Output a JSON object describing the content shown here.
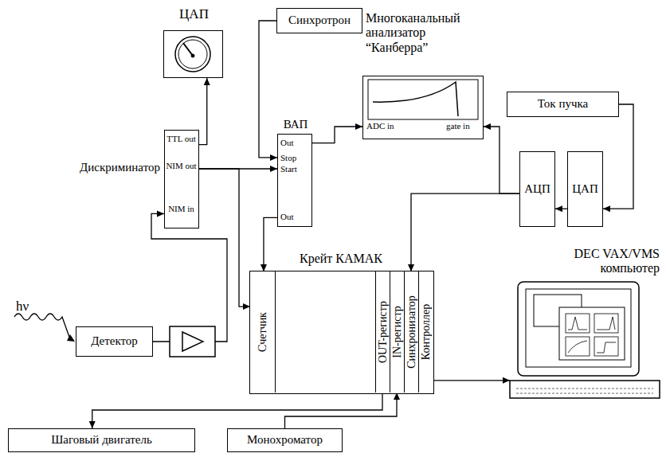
{
  "diagram": {
    "nodes": [
      {
        "text": [
          "ЦАП"
        ]
      },
      {
        "text": [
          "Синхротрон"
        ]
      },
      {
        "text": [
          "Многоканальный анализатор “Канберра”",
          "ADC in",
          "gate in"
        ]
      },
      {
        "text": [
          "Ток пучка"
        ]
      },
      {
        "text": [
          "ВАП",
          "Out",
          "Stop",
          "Start",
          "Out"
        ]
      },
      {
        "text": [
          "Дискриминатор",
          "TTL out",
          "NIM out",
          "NIM in"
        ]
      },
      {
        "text": [
          "АЦП"
        ]
      },
      {
        "text": [
          "ЦАП"
        ]
      },
      {
        "text": [
          "Крейт КАМАК"
        ]
      },
      {
        "text": [
          "Счетчик"
        ],
        "in": 8
      },
      {
        "text": [
          "OUT-регистр"
        ],
        "in": 8
      },
      {
        "text": [
          "IN-регистр"
        ],
        "in": 8
      },
      {
        "text": [
          "Синхронизатор"
        ],
        "in": 8
      },
      {
        "text": [
          "Контроллер"
        ],
        "in": 8
      },
      {
        "text": [
          "DEC VAX/VMS компьютер"
        ]
      },
      {
        "text": [
          "Детектор"
        ]
      },
      {
        "text": [
          "Шаговый двигатель"
        ]
      },
      {
        "text": [
          "Монохроматор"
        ]
      }
    ],
    "edges": [
      {
        "from": 5,
        "to": 0,
        "arrow": "to"
      },
      {
        "from": 1,
        "to": 4,
        "arrow": "to"
      },
      {
        "from": 5,
        "to": 4,
        "arrow": "to"
      },
      {
        "from": 5,
        "to": 9,
        "arrow": "to"
      },
      {
        "from": 4,
        "to": 9,
        "arrow": "to"
      },
      {
        "from": 4,
        "to": 2,
        "arrow": "to"
      },
      {
        "from": 3,
        "to": 7,
        "arrow": "to"
      },
      {
        "from": 7,
        "to": 6,
        "arrow": "to"
      },
      {
        "from": 6,
        "to": 2,
        "arrow": "to"
      },
      {
        "from": 6,
        "to": 12,
        "arrow": "to"
      },
      {
        "from": 13,
        "to": 14,
        "arrow": "to"
      },
      {
        "from": 10,
        "to": 16,
        "arrow": "to"
      },
      {
        "from": 17,
        "to": 11,
        "arrow": "to"
      },
      {
        "from": 15,
        "to": 5,
        "arrow": "to"
      }
    ],
    "labels": [
      "hν"
    ]
  }
}
